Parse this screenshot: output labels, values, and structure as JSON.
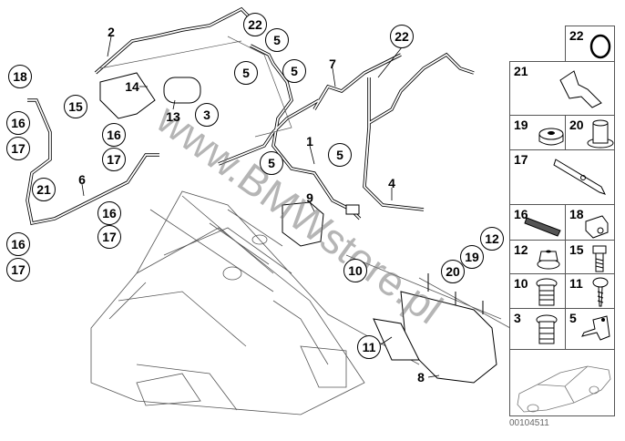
{
  "diagram": {
    "callouts": [
      "22",
      "5",
      "5",
      "5",
      "22",
      "18",
      "15",
      "3",
      "16",
      "17",
      "16",
      "17",
      "5",
      "5",
      "21",
      "16",
      "17",
      "16",
      "17",
      "10",
      "12",
      "19",
      "20",
      "11"
    ],
    "plain_labels": [
      "2",
      "14",
      "13",
      "7",
      "1",
      "6",
      "4",
      "9",
      "8"
    ],
    "watermark": "www.BMWstore.pl"
  },
  "parts_panel": {
    "cells": [
      {
        "number": "22",
        "part": "hose-clamp"
      },
      {
        "number": "21",
        "part": "clip"
      },
      {
        "number": "19",
        "part": "grommet"
      },
      {
        "number": "20",
        "part": "bushing"
      },
      {
        "number": "17",
        "part": "bracket"
      },
      {
        "number": "16",
        "part": "pipe-clip"
      },
      {
        "number": "18",
        "part": "clip-nut"
      },
      {
        "number": "12",
        "part": "hex-nut"
      },
      {
        "number": "15",
        "part": "hex-bolt"
      },
      {
        "number": "10",
        "part": "plug"
      },
      {
        "number": "11",
        "part": "screw"
      },
      {
        "number": "3",
        "part": "plug"
      },
      {
        "number": "5",
        "part": "hose-clip"
      },
      {
        "number": "",
        "part": "car-illustration"
      }
    ],
    "diagram_code": "00104511"
  },
  "colors": {
    "line": "#000000",
    "sketch": "#666666",
    "watermark": "#808080"
  }
}
